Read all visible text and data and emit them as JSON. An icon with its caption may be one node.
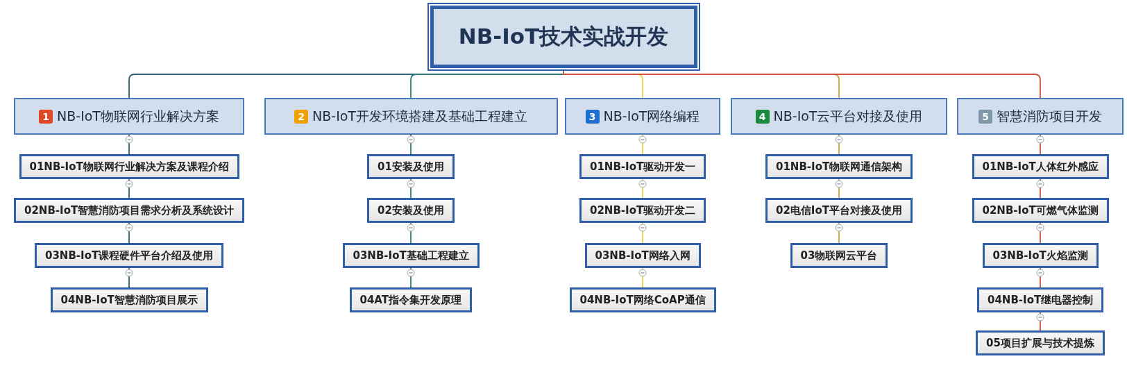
{
  "diagram": {
    "nodes": [
      {
        "text": [
          "NB-IoT技术实战开发"
        ]
      },
      {
        "text": [
          "1",
          "NB-IoT物联网行业解决方案"
        ]
      },
      {
        "text": [
          "01NB-IoT物联网行业解决方案及课程介绍"
        ]
      },
      {
        "text": [
          "02NB-IoT智慧消防项目需求分析及系统设计"
        ]
      },
      {
        "text": [
          "03NB-IoT课程硬件平台介绍及使用"
        ]
      },
      {
        "text": [
          "04NB-IoT智慧消防项目展示"
        ]
      },
      {
        "text": [
          "2",
          "NB-IoT开发环境搭建及基础工程建立"
        ]
      },
      {
        "text": [
          "01安装及使用"
        ]
      },
      {
        "text": [
          "02安装及使用"
        ]
      },
      {
        "text": [
          "03NB-IoT基础工程建立"
        ]
      },
      {
        "text": [
          "04AT指令集开发原理"
        ]
      },
      {
        "text": [
          "3",
          "NB-IoT网络编程"
        ]
      },
      {
        "text": [
          "01NB-IoT驱动开发一"
        ]
      },
      {
        "text": [
          "02NB-IoT驱动开发二"
        ]
      },
      {
        "text": [
          "03NB-IoT网络入网"
        ]
      },
      {
        "text": [
          "04NB-IoT网络CoAP通信"
        ]
      },
      {
        "text": [
          "4",
          "NB-IoT云平台对接及使用"
        ]
      },
      {
        "text": [
          "01NB-IoT物联网通信架构"
        ]
      },
      {
        "text": [
          "02电信IoT平台对接及使用"
        ]
      },
      {
        "text": [
          "03物联网云平台"
        ]
      },
      {
        "text": [
          "5",
          "智慧消防项目开发"
        ]
      },
      {
        "text": [
          "01NB-IoT人体红外感应"
        ]
      },
      {
        "text": [
          "02NB-IoT可燃气体监测"
        ]
      },
      {
        "text": [
          "03NB-IoT火焰监测"
        ]
      },
      {
        "text": [
          "04NB-IoT继电器控制"
        ]
      },
      {
        "text": [
          "05项目扩展与技术提炼"
        ]
      }
    ],
    "edges": [
      {
        "from": 0,
        "to": 1,
        "arrow": "none",
        "color": "#2d5f6e"
      },
      {
        "from": 1,
        "to": 2,
        "arrow": "none",
        "color": "#2d5f6e"
      },
      {
        "from": 2,
        "to": 3,
        "arrow": "none",
        "color": "#2d5f6e"
      },
      {
        "from": 3,
        "to": 4,
        "arrow": "none",
        "color": "#2d5f6e"
      },
      {
        "from": 4,
        "to": 5,
        "arrow": "none",
        "color": "#2d5f6e"
      },
      {
        "from": 0,
        "to": 6,
        "arrow": "none",
        "color": "#2d7a78"
      },
      {
        "from": 6,
        "to": 7,
        "arrow": "none",
        "color": "#2d7a78"
      },
      {
        "from": 7,
        "to": 8,
        "arrow": "none",
        "color": "#2d7a78"
      },
      {
        "from": 8,
        "to": 9,
        "arrow": "none",
        "color": "#2d7a78"
      },
      {
        "from": 9,
        "to": 10,
        "arrow": "none",
        "color": "#2d7a78"
      },
      {
        "from": 0,
        "to": 11,
        "arrow": "none",
        "color": "#e6d23c"
      },
      {
        "from": 11,
        "to": 12,
        "arrow": "none",
        "color": "#e6d23c"
      },
      {
        "from": 12,
        "to": 13,
        "arrow": "none",
        "color": "#e6d23c"
      },
      {
        "from": 13,
        "to": 14,
        "arrow": "none",
        "color": "#e6d23c"
      },
      {
        "from": 14,
        "to": 15,
        "arrow": "none",
        "color": "#e6d23c"
      },
      {
        "from": 0,
        "to": 16,
        "arrow": "none",
        "color": "#cfa044"
      },
      {
        "from": 16,
        "to": 17,
        "arrow": "none",
        "color": "#cfa044"
      },
      {
        "from": 17,
        "to": 18,
        "arrow": "none",
        "color": "#cfa044"
      },
      {
        "from": 18,
        "to": 19,
        "arrow": "none",
        "color": "#cfa044"
      },
      {
        "from": 0,
        "to": 20,
        "arrow": "none",
        "color": "#c9523c"
      },
      {
        "from": 20,
        "to": 21,
        "arrow": "none",
        "color": "#c9523c"
      },
      {
        "from": 21,
        "to": 22,
        "arrow": "none",
        "color": "#c9523c"
      },
      {
        "from": 22,
        "to": 23,
        "arrow": "none",
        "color": "#c9523c"
      },
      {
        "from": 23,
        "to": 24,
        "arrow": "none",
        "color": "#c9523c"
      },
      {
        "from": 24,
        "to": 25,
        "arrow": "none",
        "color": "#c9523c"
      }
    ]
  }
}
